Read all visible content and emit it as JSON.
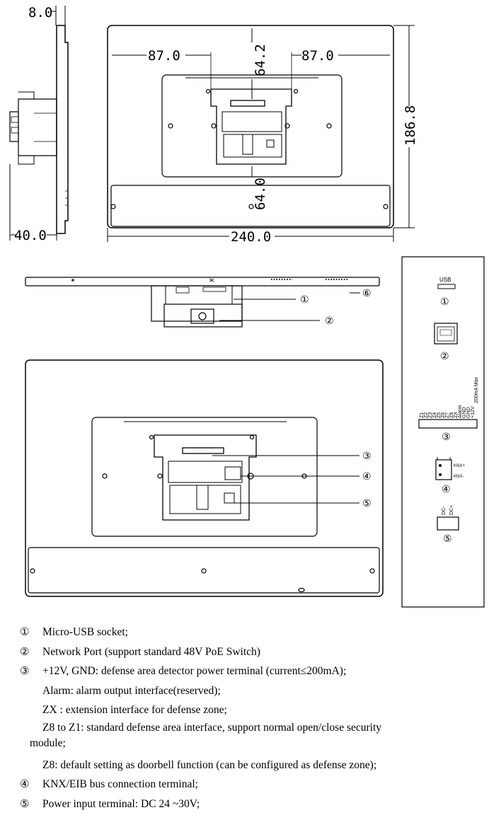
{
  "dimensions": {
    "thickness": "8.0",
    "depth": "40.0",
    "left_offset": "87.0",
    "right_offset": "87.0",
    "top_offset": "64.2",
    "bottom_offset": "64.0",
    "height": "186.8",
    "width": "240.0"
  },
  "callouts": {
    "c1": "①",
    "c2": "②",
    "c3": "③",
    "c4": "④",
    "c5": "⑤",
    "c6": "⑥"
  },
  "port_panel": {
    "usb_label": "USB",
    "terminal_labels": [
      "Z1",
      "Z2",
      "Z3",
      "Z4",
      "Z5",
      "Z6",
      "Z7",
      "Z8",
      "ZX",
      "Alarm",
      "GND",
      "GND",
      "+12V",
      "200mA Max"
    ],
    "knx_plus": "KNX+",
    "knx_minus": "KNX-",
    "dc_minus": "DC-",
    "dc_plus": "DC+"
  },
  "legend": {
    "item1_mark": "①",
    "item1_text": "Micro-USB socket;",
    "item2_mark": "②",
    "item2_text": "Network Port (support standard 48V PoE Switch)",
    "item3_mark": "③",
    "item3_text": "+12V, GND: defense area detector power terminal (current≤200mA);",
    "item3_alarm": "Alarm: alarm output interface(reserved);",
    "item3_zx": "ZX : extension interface for defense zone;",
    "item3_z8z1_a": "Z8 to Z1: standard defense area interface, support normal open/close security",
    "item3_z8z1_b": "module;",
    "item3_z8": "Z8: default setting as doorbell function (can be configured as defense zone);",
    "item4_mark": "④",
    "item4_text": "KNX/EIB bus connection terminal;",
    "item5_mark": "⑤",
    "item5_text": "Power input terminal: DC 24 ~30V;"
  }
}
